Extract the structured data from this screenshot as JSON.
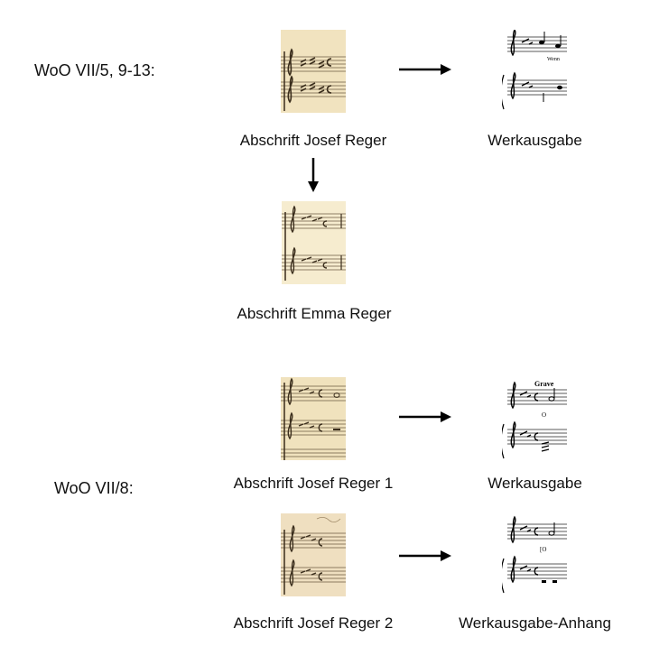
{
  "groups": [
    {
      "label": "WoO VII/5, 9-13:",
      "items": [
        {
          "caption": "Abschrift Josef Reger",
          "kind": "manuscript"
        },
        {
          "caption": "Werkausgabe",
          "kind": "print",
          "text_mark": "Wenn"
        },
        {
          "caption": "Abschrift Emma Reger",
          "kind": "manuscript"
        }
      ]
    },
    {
      "label": "WoO VII/8:",
      "items": [
        {
          "caption": "Abschrift Josef Reger 1",
          "kind": "manuscript"
        },
        {
          "caption": "Werkausgabe",
          "kind": "print",
          "text_mark": "Grave",
          "mark2": "O"
        },
        {
          "caption": "Abschrift Josef Reger 2",
          "kind": "manuscript"
        },
        {
          "caption": "Werkausgabe-Anhang",
          "kind": "print",
          "mark2": "[O"
        }
      ]
    }
  ],
  "colors": {
    "paper": "#f3e8c8",
    "ink": "#3a2d1c",
    "print_bg": "#ffffff",
    "arrow": "#000000"
  }
}
